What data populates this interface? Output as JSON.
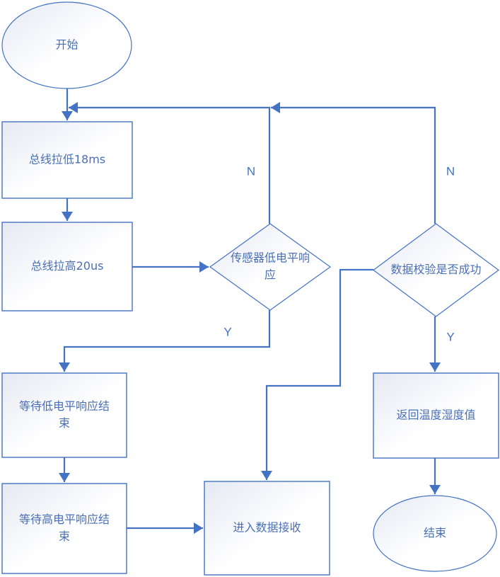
{
  "diagram": {
    "type": "flowchart",
    "colors": {
      "line": "#4472c4",
      "border": "#4472c4",
      "fill_start": "#e6e9f3",
      "fill_end": "#ffffff",
      "text": "#4a6fb5"
    },
    "nodes": [
      {
        "id": "start",
        "shape": "ellipse",
        "lines": [
          "开始"
        ]
      },
      {
        "id": "pull_low",
        "shape": "rect",
        "lines": [
          "总线拉低18ms"
        ]
      },
      {
        "id": "pull_high",
        "shape": "rect",
        "lines": [
          "总线拉高20us"
        ]
      },
      {
        "id": "sensor_resp",
        "shape": "diamond",
        "lines": [
          "传感器低电平响",
          "应"
        ]
      },
      {
        "id": "wait_low",
        "shape": "rect",
        "lines": [
          "等待低电平响应结",
          "束"
        ]
      },
      {
        "id": "wait_high",
        "shape": "rect",
        "lines": [
          "等待高电平响应结",
          "束"
        ]
      },
      {
        "id": "receive",
        "shape": "rect",
        "lines": [
          "进入数据接收"
        ]
      },
      {
        "id": "checksum",
        "shape": "diamond",
        "lines": [
          "数据校验是否成功"
        ]
      },
      {
        "id": "return_vals",
        "shape": "rect",
        "lines": [
          "返回温度湿度值"
        ]
      },
      {
        "id": "end",
        "shape": "ellipse",
        "lines": [
          "结束"
        ]
      }
    ],
    "edges": [
      {
        "from": "start",
        "to": "pull_low",
        "label": ""
      },
      {
        "from": "pull_low",
        "to": "pull_high",
        "label": ""
      },
      {
        "from": "pull_high",
        "to": "sensor_resp",
        "label": ""
      },
      {
        "from": "sensor_resp",
        "to": "pull_low",
        "label": "N"
      },
      {
        "from": "sensor_resp",
        "to": "wait_low",
        "label": "Y"
      },
      {
        "from": "wait_low",
        "to": "wait_high",
        "label": ""
      },
      {
        "from": "wait_high",
        "to": "receive",
        "label": ""
      },
      {
        "from": "checksum",
        "to": "receive",
        "label": ""
      },
      {
        "from": "checksum",
        "to": "pull_low",
        "label": "N"
      },
      {
        "from": "checksum",
        "to": "return_vals",
        "label": "Y"
      },
      {
        "from": "return_vals",
        "to": "end",
        "label": ""
      }
    ]
  }
}
